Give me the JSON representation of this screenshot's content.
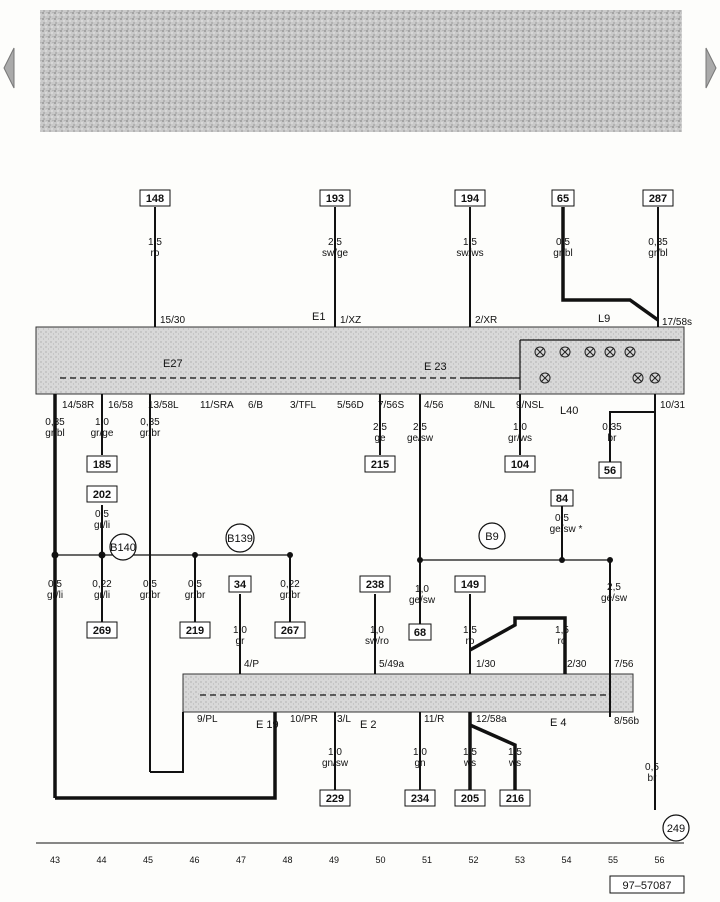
{
  "footer_code": "97–57087",
  "components": {
    "E1": "E1",
    "E27": "E27",
    "E23": "E 23",
    "L9": "L9",
    "L40": "L40",
    "E19": "E 19",
    "E2": "E 2",
    "E4": "E 4"
  },
  "connectors": {
    "B140": "B140",
    "B139": "B139",
    "B9": "B9",
    "c249": "249"
  },
  "top_refs": [
    "148",
    "193",
    "194",
    "65",
    "287"
  ],
  "top_wires": [
    {
      "size": "1,5",
      "color": "ro"
    },
    {
      "size": "2,5",
      "color": "sw/ge"
    },
    {
      "size": "1,5",
      "color": "sw/ws"
    },
    {
      "size": "0,5",
      "color": "gr/bl"
    },
    {
      "size": "0,35",
      "color": "gr/bl"
    }
  ],
  "upper_pins": {
    "p15_30": "15/30",
    "p1_xz": "1/XZ",
    "p2_xr": "2/XR",
    "p17_58s": "17/58s"
  },
  "lower_pins": {
    "p14": "14/58R",
    "p16": "16/58",
    "p13": "13/58L",
    "p11": "11/SRA",
    "p6": "6/B",
    "p3": "3/TFL",
    "p5": "5/56D",
    "p7": "7/56S",
    "p4": "4/56",
    "p8": "8/NL",
    "p9": "9/NSL",
    "p10": "10/31"
  },
  "mid_wires": {
    "w1": {
      "size": "0,35",
      "color": "gr/bl"
    },
    "w2": {
      "size": "1,0",
      "color": "gr/ge"
    },
    "w3": {
      "size": "0,35",
      "color": "gr/br"
    },
    "w4": {
      "size": "2,5",
      "color": "ge"
    },
    "w5": {
      "size": "2,5",
      "color": "ge/sw"
    },
    "w6": {
      "size": "1,0",
      "color": "gr/ws"
    },
    "w7": {
      "size": "0,35",
      "color": "br"
    }
  },
  "mid_refs": {
    "r185": "185",
    "r215": "215",
    "r104": "104",
    "r56": "56"
  },
  "ref202": {
    "ref": "202",
    "size": "0,5",
    "color": "gr/li"
  },
  "ref84": {
    "ref": "84",
    "size": "0,5",
    "color": "ge/sw *"
  },
  "lower_wires": {
    "a": {
      "size": "0,5",
      "color": "gr/li"
    },
    "b": {
      "size": "0,22",
      "color": "gr/li"
    },
    "c": {
      "size": "0,5",
      "color": "gr/br"
    },
    "d": {
      "size": "0,5",
      "color": "gr/br"
    },
    "e": {
      "size": "0,22",
      "color": "gr/br"
    },
    "f": {
      "size": "1,0",
      "color": "ge/sw"
    },
    "g": {
      "size": "2,5",
      "color": "ge/sw"
    }
  },
  "lower_refs": {
    "r269": "269",
    "r219": "219",
    "r267": "267",
    "r68": "68"
  },
  "switch_inputs": {
    "r34": "34",
    "w34": {
      "size": "1,0",
      "color": "gr"
    },
    "r238": "238",
    "w238": {
      "size": "1,0",
      "color": "sw/ro"
    },
    "r149": "149",
    "w149": {
      "size": "1,5",
      "color": "ro"
    },
    "w_ro2": {
      "size": "1,5",
      "color": "ro"
    }
  },
  "switch_pins": {
    "p4p": "4/P",
    "p5_49a": "5/49a",
    "p1_30": "1/30",
    "p2_30": "2/30",
    "p7_56": "7/56",
    "p9pl": "9/PL",
    "p10pr": "10/PR",
    "p3l": "3/L",
    "p11r": "11/R",
    "p12": "12/58a",
    "p8": "8/56b"
  },
  "bottom_wires": {
    "a": {
      "size": "1,0",
      "color": "gn/sw"
    },
    "b": {
      "size": "1,0",
      "color": "gn"
    },
    "c": {
      "size": "1,5",
      "color": "ws"
    },
    "d": {
      "size": "1,5",
      "color": "ws"
    },
    "e": {
      "size": "0,5",
      "color": "br"
    }
  },
  "bottom_refs": [
    "229",
    "234",
    "205",
    "216"
  ],
  "grid_numbers": [
    "43",
    "44",
    "45",
    "46",
    "47",
    "48",
    "49",
    "50",
    "51",
    "52",
    "53",
    "54",
    "55",
    "56"
  ]
}
